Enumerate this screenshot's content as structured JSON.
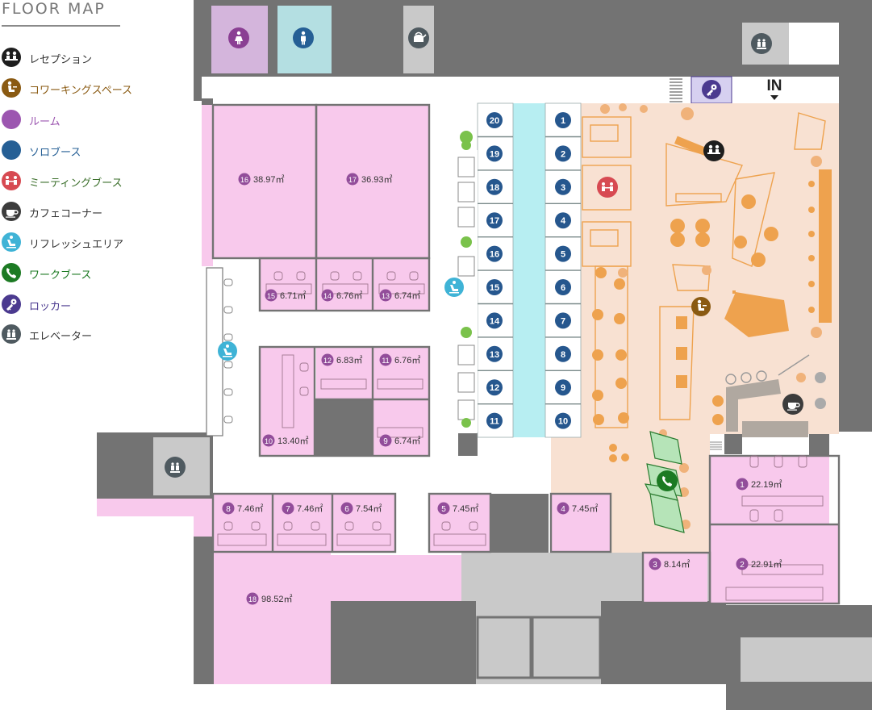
{
  "title": "FLOOR MAP",
  "entrance_label": "IN",
  "legend": [
    {
      "key": "reception",
      "label": "レセプション",
      "icon": "reception-icon",
      "color": "#1e1e1e",
      "text_color": "#333333"
    },
    {
      "key": "coworking",
      "label": "コワーキングスペース",
      "icon": "coworking-icon",
      "color": "#8a5a12",
      "text_color": "#8a5a12"
    },
    {
      "key": "room",
      "label": "ルーム",
      "icon": "room-icon",
      "color": "#9c56b0",
      "text_color": "#9c56b0"
    },
    {
      "key": "solo",
      "label": "ソロブース",
      "icon": "solo-booth-icon",
      "color": "#255f95",
      "text_color": "#255f95"
    },
    {
      "key": "meeting",
      "label": "ミーティングブース",
      "icon": "meeting-booth-icon",
      "color": "#d74a52",
      "text_color": "#3a6e2a"
    },
    {
      "key": "cafe",
      "label": "カフェコーナー",
      "icon": "coffee-cup-icon",
      "color": "#3c3c3c",
      "text_color": "#333333"
    },
    {
      "key": "refresh",
      "label": "リフレッシュエリア",
      "icon": "massage-chair-icon",
      "color": "#3fb3d6",
      "text_color": "#333333"
    },
    {
      "key": "work",
      "label": "ワークブース",
      "icon": "phone-icon",
      "color": "#1c7a23",
      "text_color": "#1c7a23"
    },
    {
      "key": "locker",
      "label": "ロッカー",
      "icon": "key-icon",
      "color": "#4b3a8f",
      "text_color": "#4b3a8f"
    },
    {
      "key": "elevator",
      "label": "エレベーター",
      "icon": "elevator-icon",
      "color": "#4f5a60",
      "text_color": "#333333"
    }
  ],
  "rooms": [
    {
      "num": "1",
      "area": "22.19㎡"
    },
    {
      "num": "2",
      "area": "22.91㎡"
    },
    {
      "num": "3",
      "area": "8.14㎡"
    },
    {
      "num": "4",
      "area": "7.45㎡"
    },
    {
      "num": "5",
      "area": "7.45㎡"
    },
    {
      "num": "6",
      "area": "7.54㎡"
    },
    {
      "num": "7",
      "area": "7.46㎡"
    },
    {
      "num": "8",
      "area": "7.46㎡"
    },
    {
      "num": "9",
      "area": "6.74㎡"
    },
    {
      "num": "10",
      "area": "13.40㎡"
    },
    {
      "num": "11",
      "area": "6.76㎡"
    },
    {
      "num": "12",
      "area": "6.83㎡"
    },
    {
      "num": "13",
      "area": "6.74㎡"
    },
    {
      "num": "14",
      "area": "6.76㎡"
    },
    {
      "num": "15",
      "area": "6.71㎡"
    },
    {
      "num": "16",
      "area": "38.97㎡"
    },
    {
      "num": "17",
      "area": "36.93㎡"
    },
    {
      "num": "18",
      "area": "98.52㎡"
    }
  ],
  "booths": [
    "1",
    "2",
    "3",
    "4",
    "5",
    "6",
    "7",
    "8",
    "9",
    "10",
    "11",
    "12",
    "13",
    "14",
    "15",
    "16",
    "17",
    "18",
    "19",
    "20"
  ],
  "colors": {
    "wall": "#737373",
    "room": "#f8c9ec",
    "solo_area": "#b7eef2",
    "coworking_area": "#f8e1d2",
    "furniture": "#eea24e",
    "womens_restroom": "#d4b5dc",
    "mens_restroom": "#b4dfe2",
    "core": "#c9c9c9",
    "room_badge": "#924d9a",
    "booth_badge": "#26578e"
  }
}
